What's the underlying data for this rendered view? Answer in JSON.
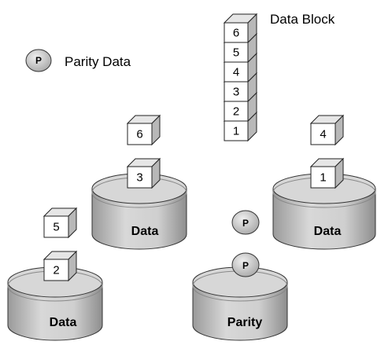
{
  "legend": {
    "data_block_label": "Data Block",
    "parity_data_label": "Parity Data",
    "parity_symbol": "P"
  },
  "stack": [
    "1",
    "2",
    "3",
    "4",
    "5",
    "6"
  ],
  "disks": [
    {
      "label": "Data",
      "blocks": [
        "2",
        "5"
      ]
    },
    {
      "label": "Data",
      "blocks": [
        "3",
        "6"
      ]
    },
    {
      "label": "Parity",
      "parity": [
        "P",
        "P"
      ]
    },
    {
      "label": "Data",
      "blocks": [
        "1",
        "4"
      ]
    }
  ],
  "colors": {
    "cube_front": "#ffffff",
    "cube_top": "#e6e6e6",
    "cube_side": "#b8b8b8",
    "disk_body": "#c4c4c4",
    "disk_top": "#d9d9d9",
    "parity_fill": "#d0d0d0"
  }
}
